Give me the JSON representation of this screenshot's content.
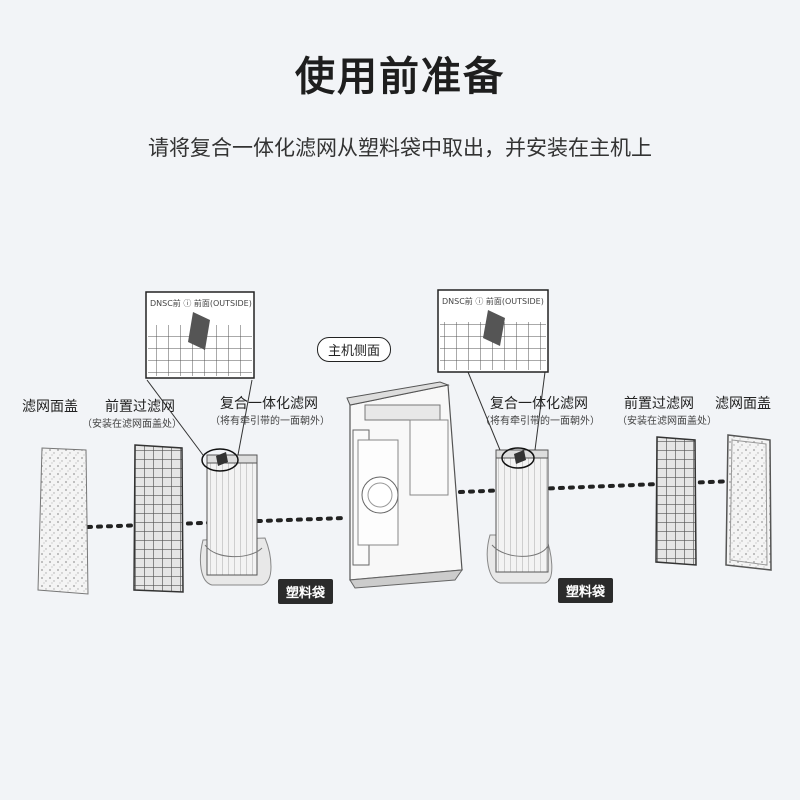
{
  "title": "使用前准备",
  "subtitle": "请将复合一体化滤网从塑料袋中取出，并安装在主机上",
  "main_unit_label": "主机侧面",
  "left": {
    "cover_label": "滤网面盖",
    "prefilter_label": "前置过滤网",
    "prefilter_note": "（安装在滤网面盖处）",
    "composite_label": "复合一体化滤网",
    "composite_note": "（将有牵引带的一面朝外）",
    "bag_label": "塑料袋"
  },
  "right": {
    "composite_label": "复合一体化滤网",
    "composite_note": "（将有牵引带的一面朝外）",
    "prefilter_label": "前置过滤网",
    "prefilter_note": "（安装在滤网面盖处）",
    "cover_label": "滤网面盖",
    "bag_label": "塑料袋"
  },
  "callout_print": "DNSC前 ⓘ 前面(OUTSIDE)"
}
